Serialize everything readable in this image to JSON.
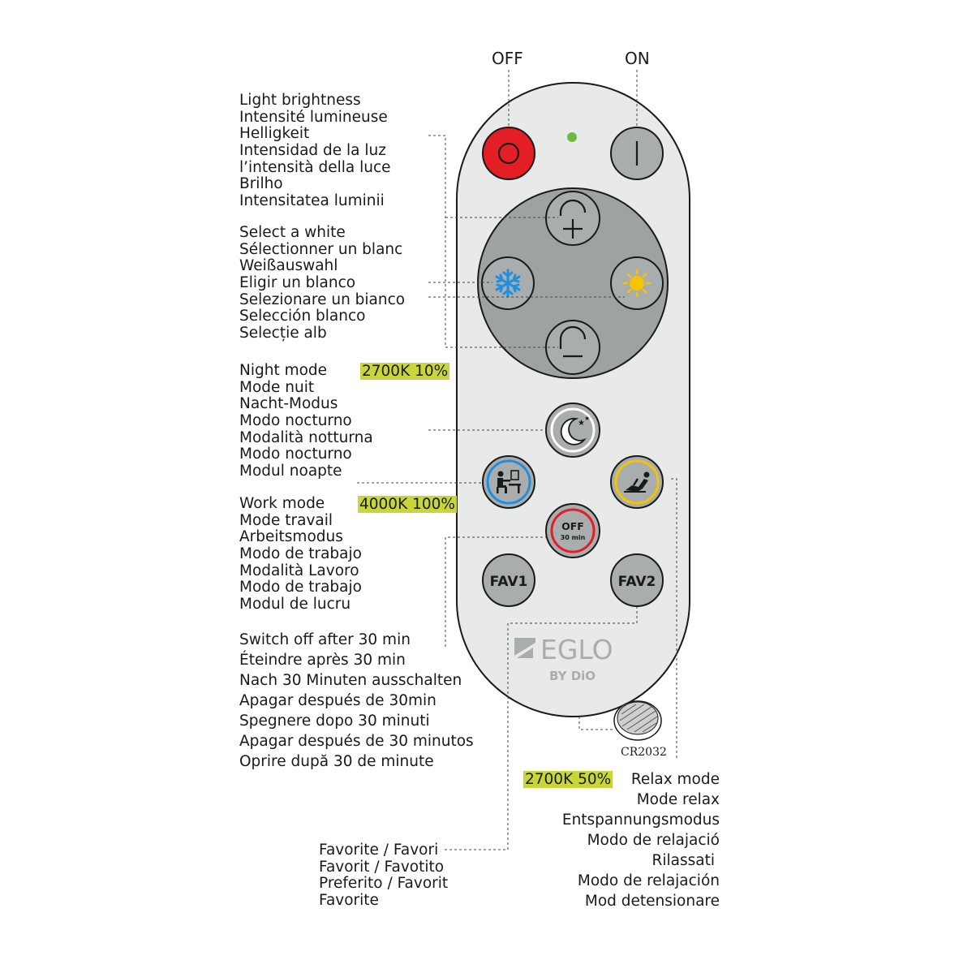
{
  "top_labels": {
    "off": "OFF",
    "on": "ON"
  },
  "brightness": [
    "Light brightness",
    "Intensité lumineuse",
    "Helligkeit",
    "Intensidad de la luz",
    "l’intensità della luce",
    "Brilho",
    "Intensitatea luminii"
  ],
  "white": [
    "Select a white",
    "Sélectionner un blanc",
    "Weißauswahl",
    "Eligir un blanco",
    "Selezionare un bianco",
    "Selección blanco",
    "Selecție alb"
  ],
  "night": {
    "lines": [
      "Night mode",
      "Mode nuit",
      "Nacht-Modus",
      "Modo nocturno",
      "Modalità notturna",
      "Modo nocturno",
      "Modul noapte"
    ],
    "spec": "2700K 10%"
  },
  "work": {
    "lines": [
      "Work mode",
      "Mode travail",
      "Arbeitsmodus",
      "Modo de trabajo",
      "Modalità Lavoro",
      "Modo de trabajo",
      "Modul de lucru"
    ],
    "spec": "4000K 100%"
  },
  "switchoff": [
    "Switch off after 30 min",
    "Éteindre après 30 min",
    "Nach 30 Minuten ausschalten",
    "Apagar después de 30min",
    "Spegnere dopo 30 minuti",
    "Apagar después de 30 minutos",
    "Oprire după 30 de minute"
  ],
  "relax": {
    "lines": [
      "Relax mode",
      "Mode relax",
      "Entspannungsmodus",
      "Modo de relajació",
      "Rilassati",
      "Modo de relajación",
      "Mod detensionare"
    ],
    "spec": "2700K 50%"
  },
  "favorite": [
    "Favorite / Favori",
    "Favorit / Favotito",
    "Preferito / Favorit",
    "Favorite"
  ],
  "remote": {
    "brand": "EGLO",
    "sub_brand": "BY DiO",
    "timer_top": "OFF",
    "timer_bottom": "30 min",
    "fav1": "FAV1",
    "fav2": "FAV2",
    "battery": "CR2032"
  },
  "colors": {
    "highlight": "#c8d63a",
    "off_button": "#e31e24",
    "body": "#e8e9e9",
    "pad": "#9ea2a3",
    "button": "#a9adae",
    "led": "#6cbb3c",
    "cool": "#1e8fe0",
    "warm": "#f6c300"
  }
}
